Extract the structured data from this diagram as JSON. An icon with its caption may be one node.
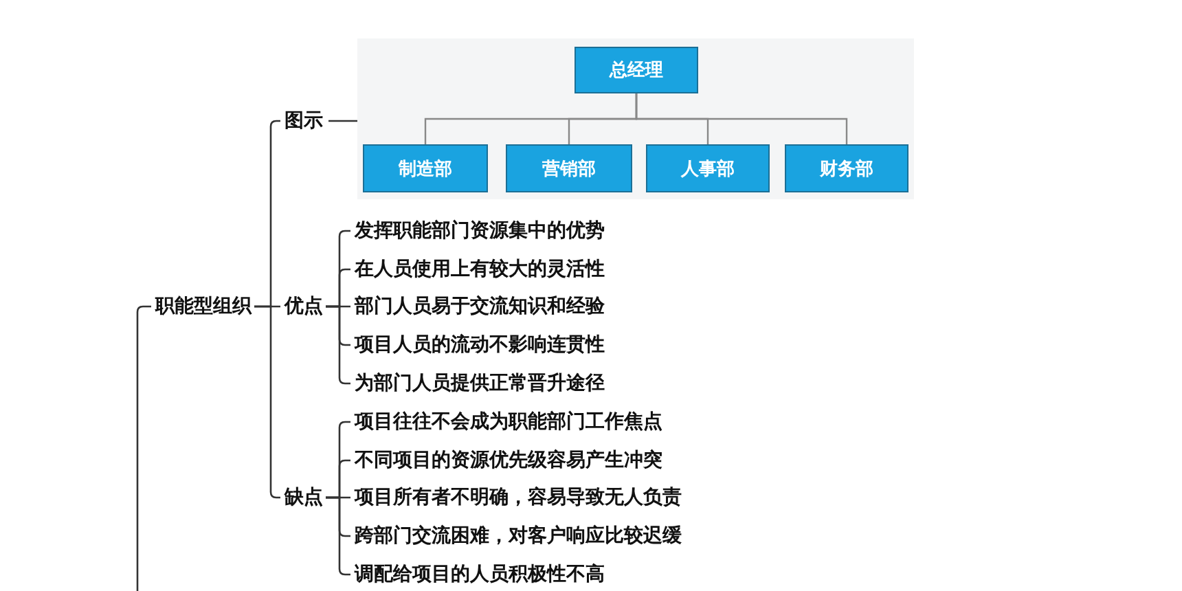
{
  "diagram": {
    "nodes": [
      {
        "text": [
          "职能型组织"
        ]
      },
      {
        "text": [
          "图示"
        ]
      },
      {
        "text": [],
        "shape": "picture"
      },
      {
        "text": [
          "总经理"
        ],
        "in": 2
      },
      {
        "text": [
          "制造部"
        ],
        "in": 2
      },
      {
        "text": [
          "营销部"
        ],
        "in": 2
      },
      {
        "text": [
          "人事部"
        ],
        "in": 2
      },
      {
        "text": [
          "财务部"
        ],
        "in": 2
      },
      {
        "text": [
          "优点"
        ]
      },
      {
        "text": [
          "发挥职能部门资源集中的优势"
        ]
      },
      {
        "text": [
          "在人员使用上有较大的灵活性"
        ]
      },
      {
        "text": [
          "部门人员易于交流知识和经验"
        ]
      },
      {
        "text": [
          "项目人员的流动不影响连贯性"
        ]
      },
      {
        "text": [
          "为部门人员提供正常晋升途径"
        ]
      },
      {
        "text": [
          "缺点"
        ]
      },
      {
        "text": [
          "项目往往不会成为职能部门工作焦点"
        ]
      },
      {
        "text": [
          "不同项目的资源优先级容易产生冲突"
        ]
      },
      {
        "text": [
          "项目所有者不明确，容易导致无人负责"
        ]
      },
      {
        "text": [
          "跨部门交流困难，对客户响应比较迟缓"
        ]
      },
      {
        "text": [
          "调配给项目的人员积极性不高"
        ]
      }
    ],
    "edges": [
      {
        "from": null,
        "to": 0,
        "arrow": "none"
      },
      {
        "from": 0,
        "to": 1,
        "arrow": "none"
      },
      {
        "from": 1,
        "to": 2,
        "arrow": "none"
      },
      {
        "from": 3,
        "to": 4,
        "arrow": "none"
      },
      {
        "from": 3,
        "to": 5,
        "arrow": "none"
      },
      {
        "from": 3,
        "to": 6,
        "arrow": "none"
      },
      {
        "from": 3,
        "to": 7,
        "arrow": "none"
      },
      {
        "from": 0,
        "to": 8,
        "arrow": "none"
      },
      {
        "from": 8,
        "to": 9,
        "arrow": "none"
      },
      {
        "from": 8,
        "to": 10,
        "arrow": "none"
      },
      {
        "from": 8,
        "to": 11,
        "arrow": "none"
      },
      {
        "from": 8,
        "to": 12,
        "arrow": "none"
      },
      {
        "from": 8,
        "to": 13,
        "arrow": "none"
      },
      {
        "from": 0,
        "to": 14,
        "arrow": "none"
      },
      {
        "from": 14,
        "to": 15,
        "arrow": "none"
      },
      {
        "from": 14,
        "to": 16,
        "arrow": "none"
      },
      {
        "from": 14,
        "to": 17,
        "arrow": "none"
      },
      {
        "from": 14,
        "to": 18,
        "arrow": "none"
      },
      {
        "from": 14,
        "to": 19,
        "arrow": "none"
      }
    ]
  }
}
